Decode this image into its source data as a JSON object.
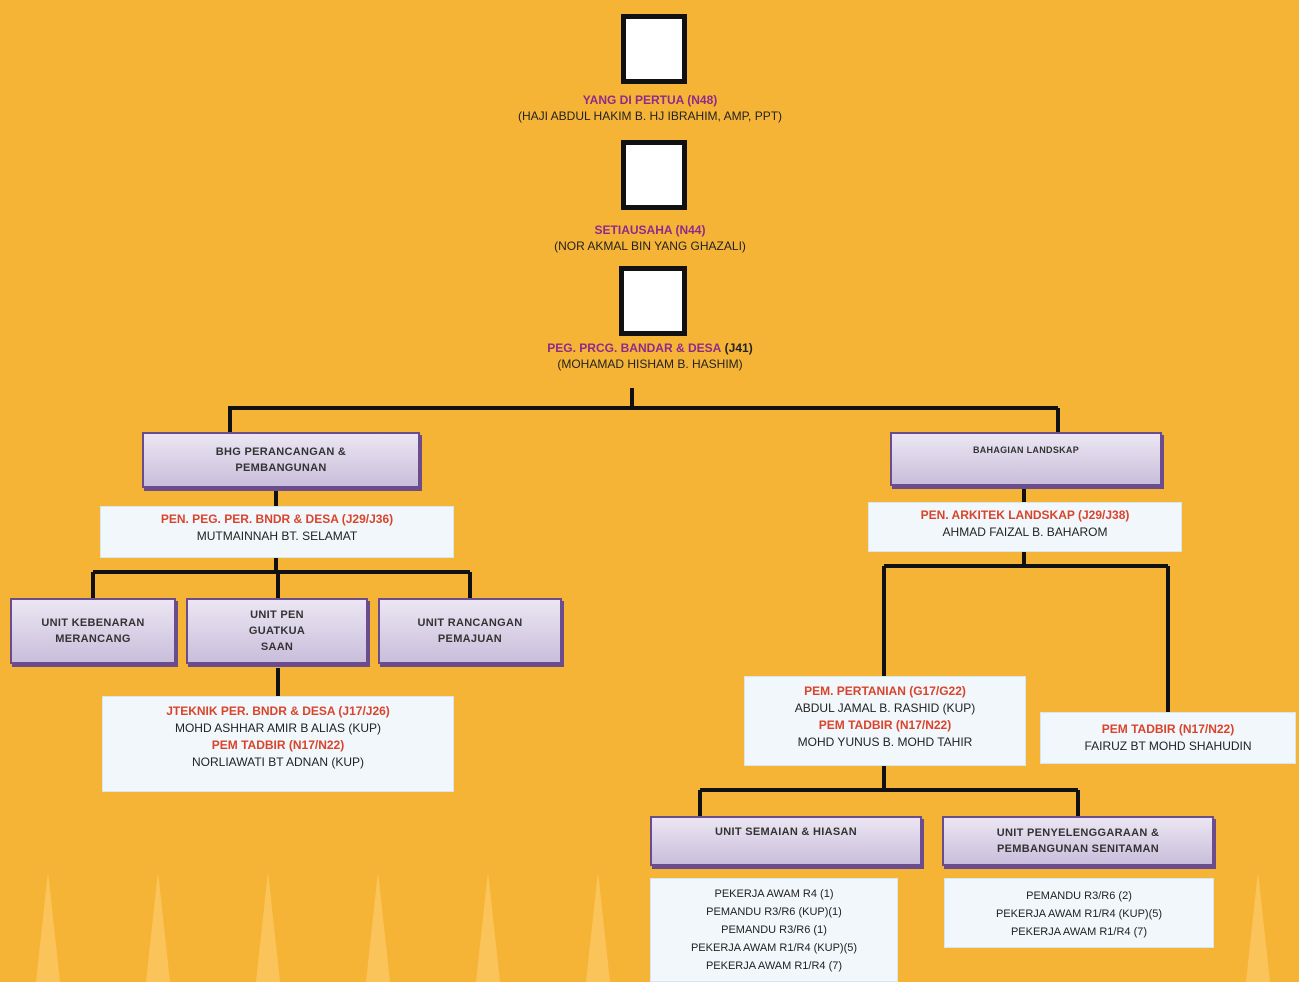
{
  "colors": {
    "background": "#F6B437",
    "title": "#8E2A8A",
    "position": "#D9442C",
    "unit_border": "#6B4C8C"
  },
  "top": [
    {
      "title": "YANG DI PERTUA (N48)",
      "name": "(HAJI ABDUL HAKIM B. HJ IBRAHIM, AMP, PPT)"
    },
    {
      "title": "SETIAUSAHA (N44)",
      "name": "(NOR AKMAL BIN YANG GHAZALI)"
    },
    {
      "title": "PEG. PRCG. BANDAR & DESA",
      "grade": "(J41)",
      "name": "(MOHAMAD HISHAM B. HASHIM)"
    }
  ],
  "left": {
    "division": "BHG PERANCANGAN & PEMBANGUNAN",
    "head_title": "PEN. PEG. PER. BNDR & DESA (J29/J36)",
    "head_name": "MUTMAINNAH BT. SELAMAT",
    "units": [
      "UNIT KEBENARAN MERANCANG",
      "UNIT PENGUATKUASAAN",
      "UNIT RANCANGAN PEMAJUAN"
    ],
    "staff": [
      {
        "title": "JTEKNIK PER. BNDR & DESA (J17/J26)",
        "name": "MOHD ASHHAR AMIR B ALIAS (KUP)"
      },
      {
        "title": "PEM TADBIR (N17/N22)",
        "name": "NORLIAWATI BT ADNAN (KUP)"
      }
    ]
  },
  "right": {
    "division": "BAHAGIAN LANDSKAP",
    "head_title": "PEN. ARKITEK LANDSKAP (J29/J38)",
    "head_name": "AHMAD FAIZAL B. BAHAROM",
    "staff_mid": [
      {
        "title": "PEM. PERTANIAN (G17/G22)",
        "name": "ABDUL JAMAL B. RASHID (KUP)"
      },
      {
        "title": "PEM TADBIR (N17/N22)",
        "name": "MOHD YUNUS B. MOHD TAHIR"
      }
    ],
    "staff_right": {
      "title": "PEM TADBIR (N17/N22)",
      "name": "FAIRUZ BT MOHD SHAHUDIN"
    },
    "units": [
      "UNIT SEMAIAN & HIASAN",
      "UNIT PENYELENGGARAAN & PEMBANGUNAN SENITAMAN"
    ],
    "workers_left": [
      "PEKERJA AWAM R4 (1)",
      "PEMANDU R3/R6 (KUP)(1)",
      "PEMANDU R3/R6 (1)",
      "PEKERJA AWAM R1/R4 (KUP)(5)",
      "PEKERJA AWAM R1/R4 (7)"
    ],
    "workers_right": [
      "PEMANDU R3/R6 (2)",
      "PEKERJA AWAM R1/R4 (KUP)(5)",
      "PEKERJA AWAM R1/R4 (7)"
    ]
  }
}
